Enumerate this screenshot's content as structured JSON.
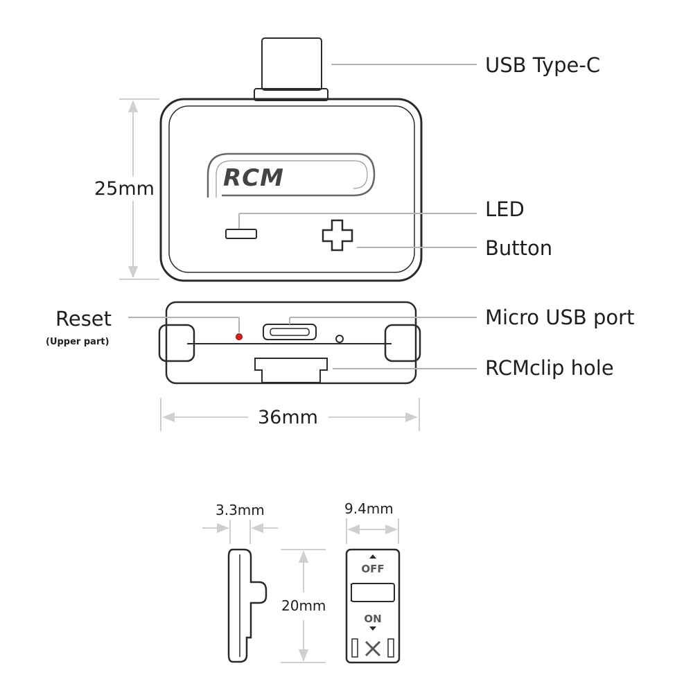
{
  "labels": {
    "usb_type_c": "USB Type-C",
    "led": "LED",
    "button": "Button",
    "micro_usb_port": "Micro USB port",
    "rcmclip_hole": "RCMclip hole",
    "reset": "Reset",
    "reset_note": "(Upper part)"
  },
  "dimensions": {
    "height": "25mm",
    "width": "36mm",
    "thickness": "3.3mm",
    "clip_width": "9.4mm",
    "clip_height": "20mm"
  },
  "device": {
    "logo_text": "RCM",
    "switch_off": "OFF",
    "switch_on": "ON"
  },
  "colors": {
    "outline": "#2a2a2a",
    "leader_line": "#b4b4b4",
    "reset_dot": "#d62020",
    "text": "#1e1e1e"
  }
}
